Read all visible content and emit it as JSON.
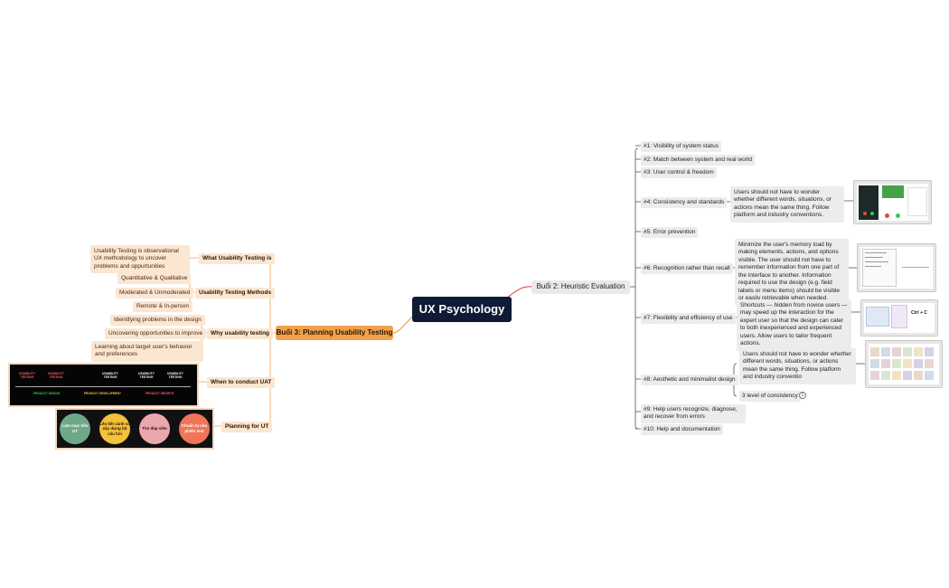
{
  "root": {
    "title": "UX Psychology"
  },
  "branch2": {
    "title": "Buổi 2: Heuristic Evaluation",
    "items": [
      "#1: Visibility of system status",
      "#2: Match between system and real world",
      "#3: User control & freedom",
      "#4: Consistency and standards",
      "#5: Error prevention",
      "#6: Recognition rather than recall",
      "#7: Flexibility and efficiency of use",
      "#8: Aesthetic and minimalist design",
      "#9: Help users recognize, diagnose, and recover from errors",
      "#10: Help and documentation"
    ],
    "desc4": "Users should not have to wonder whether different words, situations, or actions mean the same thing. Follow platform and industry conventions.",
    "desc6": "Minimize the user's memory load by making elements, actions, and options visible. The user should not have to remember information from one part of the interface to another. Information required to use the design (e.g. field labels or menu items) should be visible or easily retrievable when needed.",
    "desc7": "Shortcuts — hidden from novice users — may speed up the interaction for the expert user so that the design can cater to both inexperienced and experienced users. Allow users to tailor frequent actions.",
    "desc8": "Users should not have to wonder whether different words, situations, or actions mean the same thing. Follow platform and industry conventio",
    "sub8": "3 level of consistency",
    "sub8_badge": "1",
    "thumb7_label": "Ctrl + C"
  },
  "branch3": {
    "title": "Buổi 3: Planning Usability Testing",
    "what": {
      "label": "What Usability Testing is",
      "desc": "Usability Testing is observational UX methodology to uncover problems and oppurtunities"
    },
    "methods": {
      "label": "Usability Testing Methods",
      "items": [
        "Quantitative & Qualitative",
        "Moderated & Unmoderated",
        "Remote & In-person"
      ]
    },
    "why": {
      "label": "Why usability testing",
      "items": [
        "Identifying problems in the design",
        "Uncovering opportunities to improve",
        "Learning about target user's behavior and preferences"
      ]
    },
    "when": {
      "label": "When to conduct UAT"
    },
    "planning": {
      "label": "Planning for UT"
    }
  },
  "uat_image": {
    "stages": [
      "USABILITY TESTING",
      "USABILITY TESTING",
      "USABILITY TESTING",
      "USABILITY TESTING",
      "USABILITY TESTING"
    ],
    "phases": [
      "PRODUCT DESIGN",
      "PRODUCT DEVELOPMENT",
      "PRODUCT GROWTH"
    ]
  },
  "planning_image": {
    "steps": [
      "Làm mục tiêu UT",
      "Lên kết cảnh và xây dựng bộ câu hỏi",
      "Tìm đáp viên",
      "Chuẩn bị cho phiên test"
    ],
    "colors": [
      "#6fa888",
      "#f3c13a",
      "#eca6ae",
      "#f07458"
    ]
  },
  "colors": {
    "root": "#0f1a36",
    "accent_orange": "#f0a14e",
    "root_edge": "#e0534a",
    "edge_gray": "#555555"
  }
}
